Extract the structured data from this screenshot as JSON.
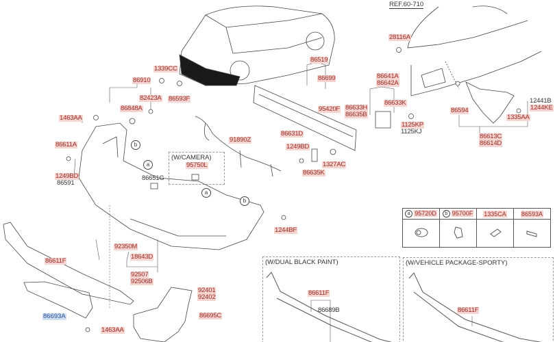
{
  "reference": "REF.60-710",
  "labels": {
    "l28116A": "28116A",
    "l1339CC": "1339CC",
    "l86519": "86519",
    "l86699": "86699",
    "l86641A": "86641A",
    "l86642A": "86642A",
    "l86910": "86910",
    "l82423A": "82423A",
    "l86593F": "86593F",
    "l86633K": "86633K",
    "l12441B": "12441B",
    "l1244KE": "1244KE",
    "l86848A": "86848A",
    "l95420F": "95420F",
    "l86633H": "86633H",
    "l86635B": "86635B",
    "l86594": "86594",
    "l1463AA_top": "1463AA",
    "l1335AA": "1335AA",
    "l1125KP": "1125KP",
    "l1125KJ": "1125KJ",
    "l86631D": "86631D",
    "l86613C": "86613C",
    "l86614D": "86614D",
    "l91890Z": "91890Z",
    "l86611A": "86611A",
    "l1249BD_right": "1249BD",
    "l95750L": "95750L",
    "l1327AC": "1327AC",
    "l1249BD_left": "1249BD",
    "l86591": "86591",
    "l86651G": "86651G",
    "l86635K": "86635K",
    "l1244BF": "1244BF",
    "l92350M": "92350M",
    "l18643D": "18643D",
    "l92507": "92507",
    "l92506B": "92506B",
    "l86611F": "86611F",
    "l92401": "92401",
    "l92402": "92402",
    "l86693A": "86693A",
    "l86695C": "86695C",
    "l1463AA_bottom": "1463AA"
  },
  "callouts": {
    "a": "a",
    "b": "b"
  },
  "camera_box": {
    "title": "(W/CAMERA)"
  },
  "parts_table": {
    "headers": [
      {
        "callout": "a",
        "part": "95720D"
      },
      {
        "callout": "b",
        "part": "95700F"
      },
      {
        "callout": "",
        "part": "1335CA"
      },
      {
        "callout": "",
        "part": "86593A"
      }
    ]
  },
  "dual_black_box": {
    "title": "(W/DUAL BLACK PAINT)",
    "part1": "86611F",
    "part2": "86689B"
  },
  "sporty_box": {
    "title": "(W/VEHICLE PACKAGE-SPORTY)",
    "part1": "86611F"
  }
}
